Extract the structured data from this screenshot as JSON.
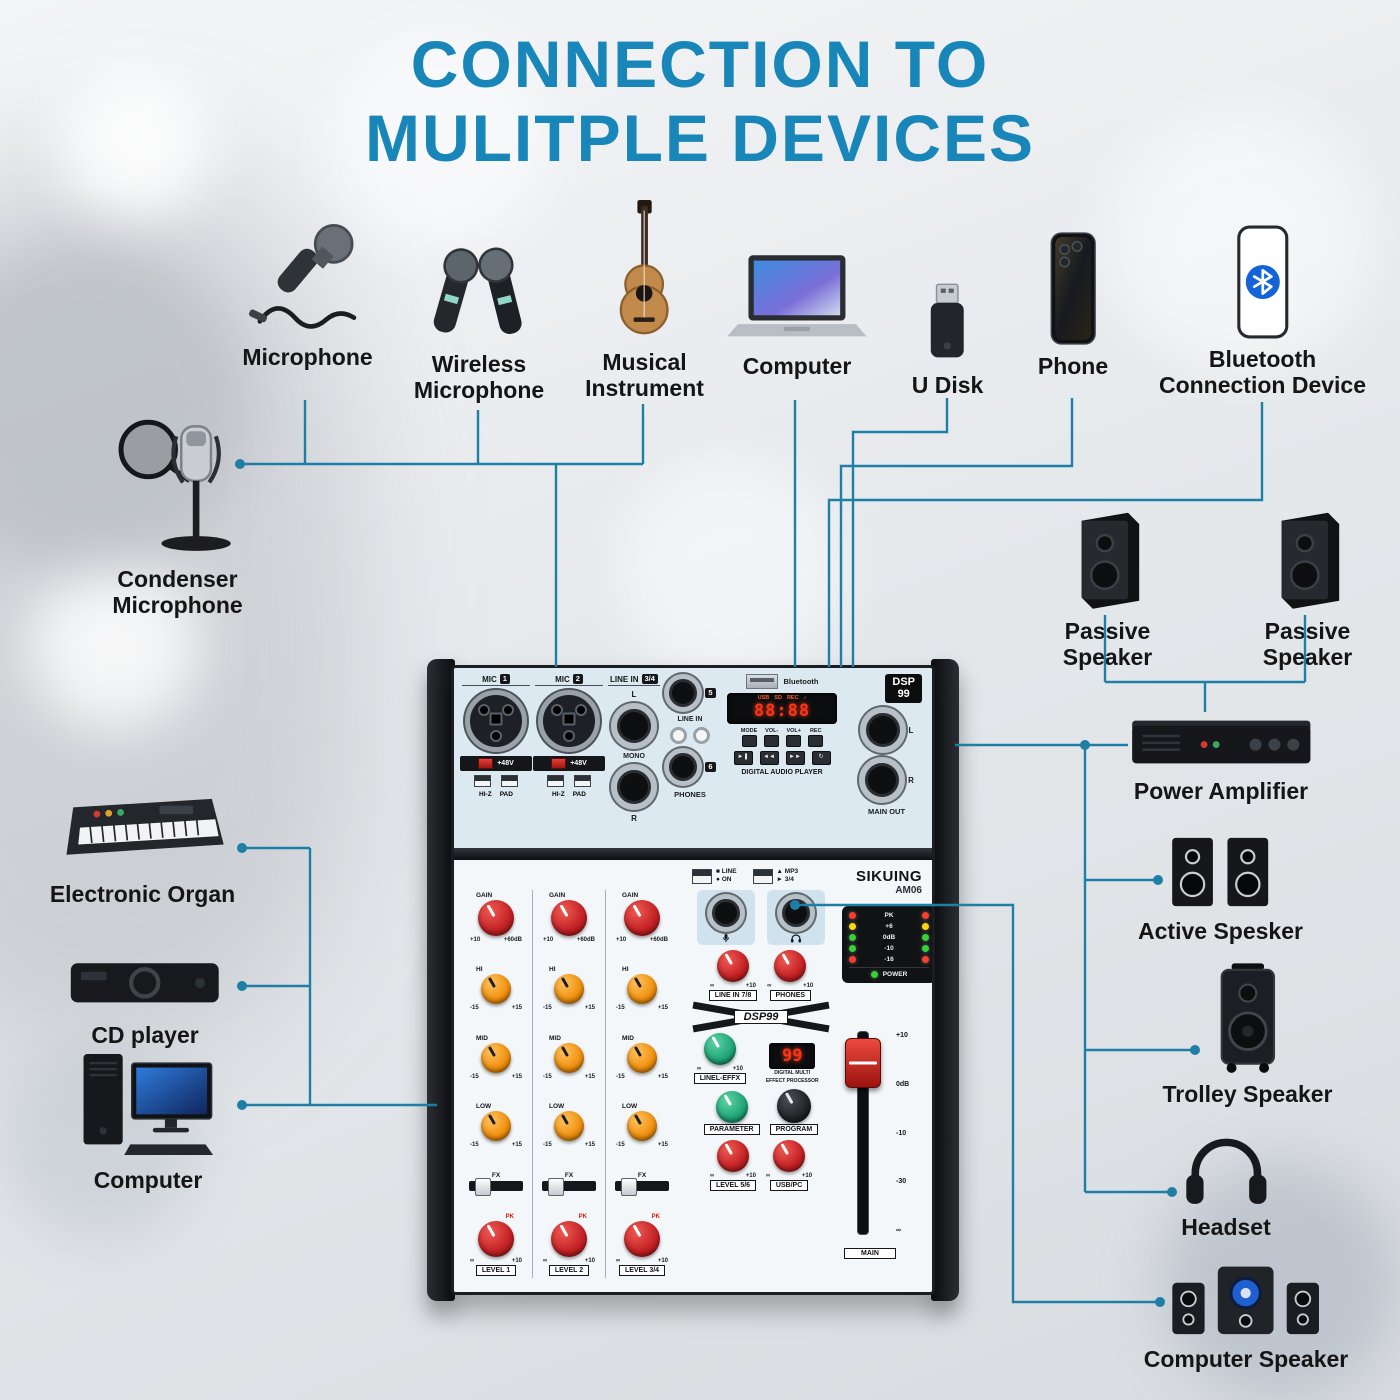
{
  "title": {
    "line1": "CONNECTION TO",
    "line2": "MULITPLE DEVICES"
  },
  "colors": {
    "accent": "#1886b8",
    "connector": "#1e7ea6"
  },
  "devices": {
    "top": [
      {
        "label": "Microphone"
      },
      {
        "label": "Wireless Microphone"
      },
      {
        "label": "Musical Instrument"
      },
      {
        "label": "Computer"
      },
      {
        "label": "U Disk"
      },
      {
        "label": "Phone"
      },
      {
        "label": "Bluetooth Connection Device"
      }
    ],
    "left": [
      {
        "label": "Condenser Microphone"
      },
      {
        "label": "Electronic Organ"
      },
      {
        "label": "CD player"
      },
      {
        "label": "Computer"
      }
    ],
    "right": [
      {
        "label": "Passive Speaker"
      },
      {
        "label": "Passive Speaker"
      },
      {
        "label": "Power Amplifier"
      },
      {
        "label": "Active Spesker"
      },
      {
        "label": "Trolley Speaker"
      },
      {
        "label": "Headset"
      },
      {
        "label": "Computer Speaker"
      }
    ]
  },
  "mixer": {
    "brand": "SIKUING",
    "model": "AM06",
    "dsp_badge_line1": "DSP",
    "dsp_badge_line2": "99",
    "jacks": {
      "mic_label": "MIC",
      "mic1_num": "1",
      "mic2_num": "2",
      "phantom": "+48V",
      "hiz": "HI-Z",
      "pad": "PAD",
      "line_in": "LINE IN",
      "ch34": "3/4",
      "mono": "MONO",
      "left": "L",
      "right": "R",
      "ch5": "5",
      "ch6": "6",
      "phones": "PHONES",
      "main_out": "MAIN OUT",
      "usb_label": "Bluetooth",
      "player_title": "DIGITAL AUDIO PLAYER",
      "display_value": "88:88",
      "display_tags": [
        "USB",
        "SD",
        "REC",
        "♪"
      ],
      "player_buttons": [
        "MODE",
        "VOL-",
        "VOL+",
        "REC"
      ],
      "transport_buttons": [
        "►❚",
        "◄◄",
        "►►",
        "↻"
      ]
    },
    "mode_switches": [
      {
        "a": "■ LINE",
        "b": "● ON"
      },
      {
        "a": "▲ MP3",
        "b": "► 3/4"
      }
    ],
    "labels": {
      "gain": "GAIN",
      "gain_min": "+10",
      "gain_max": "+60dB",
      "hi": "HI",
      "mid": "MID",
      "low": "LOW",
      "eq_min": "-15",
      "eq_max": "+15",
      "fx": "FX",
      "level_min": "∞",
      "level_max": "+10",
      "pk": "PK"
    },
    "channels": [
      {
        "name": "LEVEL 1"
      },
      {
        "name": "LEVEL 2"
      },
      {
        "name": "LEVEL 3/4"
      }
    ],
    "center": {
      "line78": "LINE IN 7/8",
      "phones": "PHONES",
      "dsp_logo": "DSP99",
      "effx": "LINEL-EFFX",
      "fx_value": "99",
      "fx_caption1": "DIGITAL MULTI",
      "fx_caption2": "EFFECT PROCESSOR",
      "parameter": "PARAMETER",
      "program": "PROGRAM",
      "level56": "LEVEL 5/6",
      "usbpc": "USB/PC"
    },
    "meter": {
      "rows": [
        {
          "label": "PK",
          "led": "#ff3b30"
        },
        {
          "label": "+6",
          "led": "#ffd60a"
        },
        {
          "label": "0dB",
          "led": "#32d432"
        },
        {
          "label": "-10",
          "led": "#32d432"
        },
        {
          "label": "-16",
          "led": "#ff3b30"
        }
      ],
      "power": "POWER",
      "power_led": "#32d432"
    },
    "fader": {
      "label": "MAIN",
      "scale": [
        "+10",
        "0dB",
        "-10",
        "-30",
        "∞"
      ]
    }
  }
}
